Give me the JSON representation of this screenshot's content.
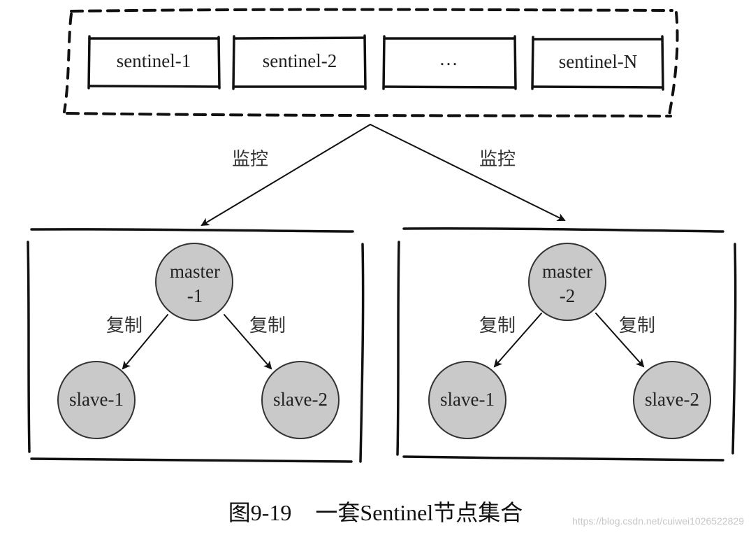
{
  "sentinels": {
    "nodes": [
      "sentinel-1",
      "sentinel-2",
      "…",
      "sentinel-N"
    ]
  },
  "monitor_label": "监控",
  "groups": [
    {
      "master": {
        "line1": "master",
        "line2": "-1"
      },
      "replicate_label": "复制",
      "slaves": [
        "slave-1",
        "slave-2"
      ]
    },
    {
      "master": {
        "line1": "master",
        "line2": "-2"
      },
      "replicate_label": "复制",
      "slaves": [
        "slave-1",
        "slave-2"
      ]
    }
  ],
  "caption": {
    "number": "图9-19",
    "title": "一套Sentinel节点集合"
  },
  "watermark": "https://blog.csdn.net/cuiwei1026522829",
  "colors": {
    "node_fill": "#c9c9c9",
    "stroke": "#111111"
  }
}
